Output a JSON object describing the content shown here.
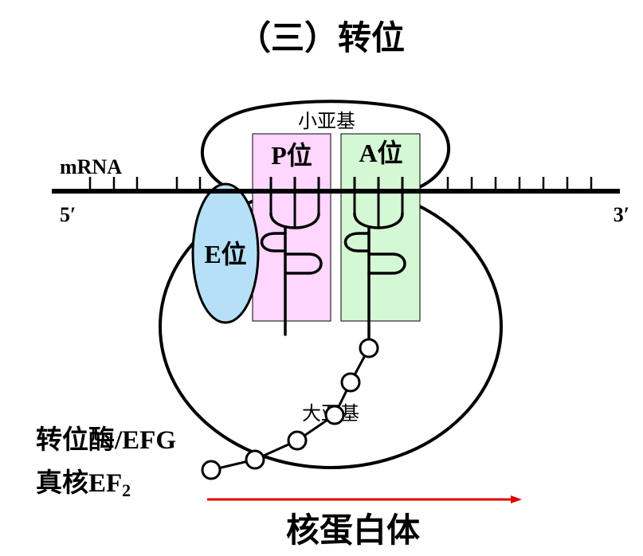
{
  "title": "（三）转位",
  "labels": {
    "small_subunit": "小亚基",
    "large_subunit": "大亚基",
    "mrna": "mRNA",
    "five_prime": "5′",
    "three_prime": "3′",
    "p_site": "P位",
    "a_site": "A位",
    "e_site": "E位",
    "translocase": "转位酶/EFG",
    "eukaryote_ef": "真核EF",
    "eukaryote_ef_sub": "2",
    "ribosome": "核蛋白体"
  },
  "colors": {
    "p_site": "#ffd6ff",
    "a_site": "#d4f7d4",
    "e_site": "#b5e0f7",
    "arrow": "#e00000",
    "outline": "#000000"
  }
}
